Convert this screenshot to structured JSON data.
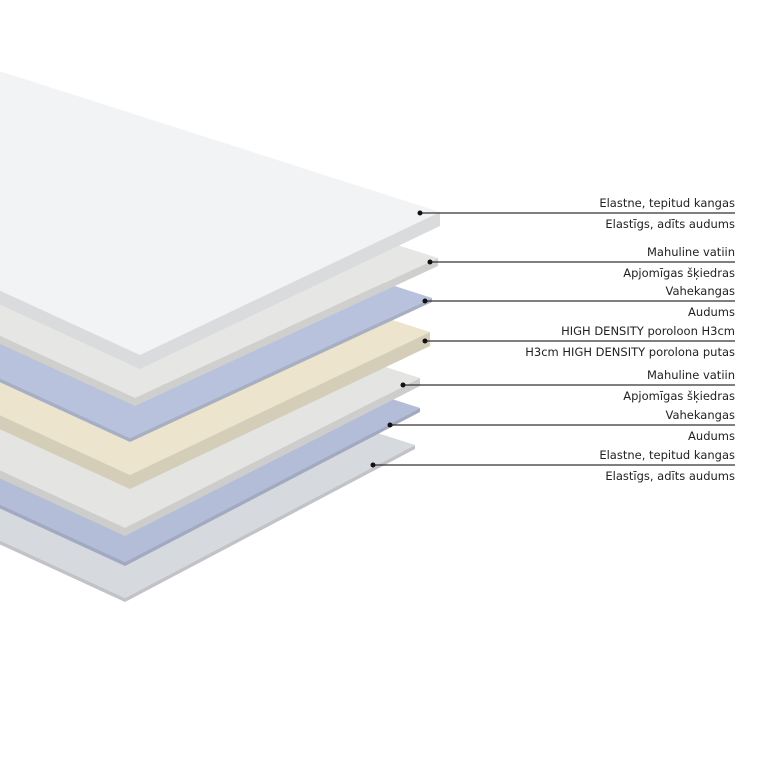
{
  "layers": [
    {
      "top": "Elastne, tepitud kangas",
      "bottom": "Elastīgs, adīts audums",
      "color": "#f1f3f5"
    },
    {
      "top": "Mahuline vatiin",
      "bottom": "Apjomīgas šķiedras",
      "color": "#e6e6e4"
    },
    {
      "top": "Vahekangas",
      "bottom": "Audums",
      "color": "#b8c2dc"
    },
    {
      "top": "HIGH DENSITY poroloon H3cm",
      "bottom": "H3cm HIGH DENSITY porolona putas",
      "color": "#ece4cc"
    },
    {
      "top": "Mahuline vatiin",
      "bottom": "Apjomīgas šķiedras",
      "color": "#e4e4e2"
    },
    {
      "top": "Vahekangas",
      "bottom": "Audums",
      "color": "#b3bdd8"
    },
    {
      "top": "Elastne, tepitud kangas",
      "bottom": "Elastīgs, adīts audums",
      "color": "#d6d9de"
    }
  ]
}
